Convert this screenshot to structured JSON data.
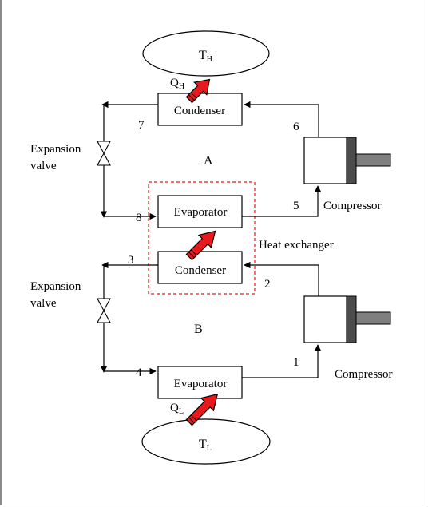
{
  "reservoirs": {
    "hot": {
      "symbol": "T",
      "subscript": "H"
    },
    "cold": {
      "symbol": "T",
      "subscript": "L"
    }
  },
  "heat_flows": {
    "q_h": {
      "symbol": "Q",
      "subscript": "H"
    },
    "q_l": {
      "symbol": "Q",
      "subscript": "L"
    }
  },
  "cycle_labels": {
    "a": "A",
    "b": "B"
  },
  "components": {
    "condenser_top": "Condenser",
    "evaporator_mid": "Evaporator",
    "condenser_mid": "Condenser",
    "evaporator_bottom": "Evaporator",
    "compressor_top": "Compressor",
    "compressor_bottom": "Compressor",
    "valve_top_line1": "Expansion",
    "valve_top_line2": "valve",
    "valve_bottom_line1": "Expansion",
    "valve_bottom_line2": "valve",
    "heat_exchanger": "Heat exchanger"
  },
  "state_points": {
    "p1": "1",
    "p2": "2",
    "p3": "3",
    "p4": "4",
    "p5": "5",
    "p6": "6",
    "p7": "7",
    "p8": "8"
  },
  "colors": {
    "arrow_fill": "#e8191c",
    "arrow_stroke": "#000000",
    "heat_exchanger_border": "#e8191c",
    "compressor_shaft": "#7f7f7f",
    "compressor_cap": "#4c4c4c"
  }
}
